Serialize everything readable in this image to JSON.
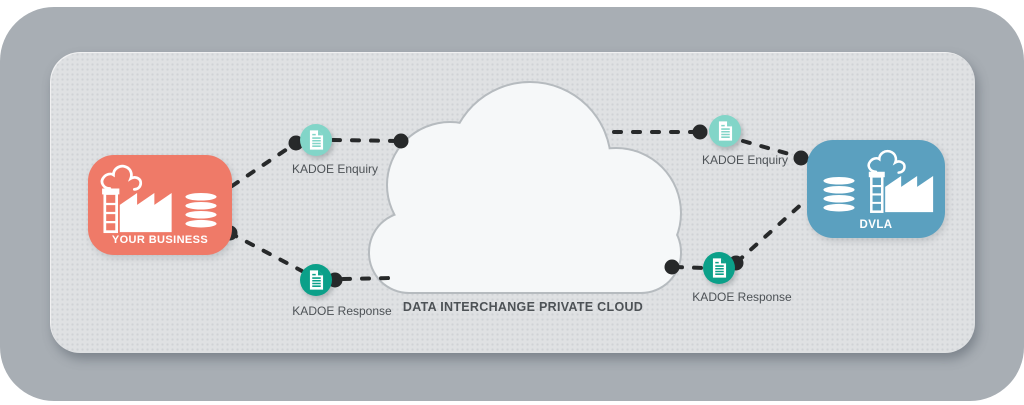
{
  "cloud": {
    "title": "DATA INTERCHANGE PRIVATE CLOUD"
  },
  "nodes": {
    "business": {
      "label": "YOUR BUSINESS",
      "icons": [
        "factory-icon",
        "database-stack-icon"
      ]
    },
    "dvla": {
      "label": "DVLA",
      "icons": [
        "database-stack-icon",
        "factory-icon"
      ]
    }
  },
  "flows": [
    {
      "id": "left-enquiry",
      "label": "KADOE Enquiry",
      "icon": "document-icon",
      "type": "enquiry"
    },
    {
      "id": "left-response",
      "label": "KADOE Response",
      "icon": "document-icon",
      "type": "response"
    },
    {
      "id": "right-enquiry",
      "label": "KADOE Enquiry",
      "icon": "document-icon",
      "type": "enquiry"
    },
    {
      "id": "right-response",
      "label": "KADOE Response",
      "icon": "document-icon",
      "type": "response"
    }
  ],
  "colors": {
    "business_box": "#EF7A68",
    "dvla_box": "#5BA0BF",
    "enquiry_circle": "#82D5C8",
    "response_circle": "#0BA089",
    "connector": "#27292A",
    "label_text": "#4D5256",
    "node_label_text": "#FFFFFF",
    "outer_frame": "#A8AEB4",
    "panel": "#DFE1E3",
    "cloud_fill": "#F6F8F9",
    "cloud_stroke": "#B6BBBF"
  }
}
